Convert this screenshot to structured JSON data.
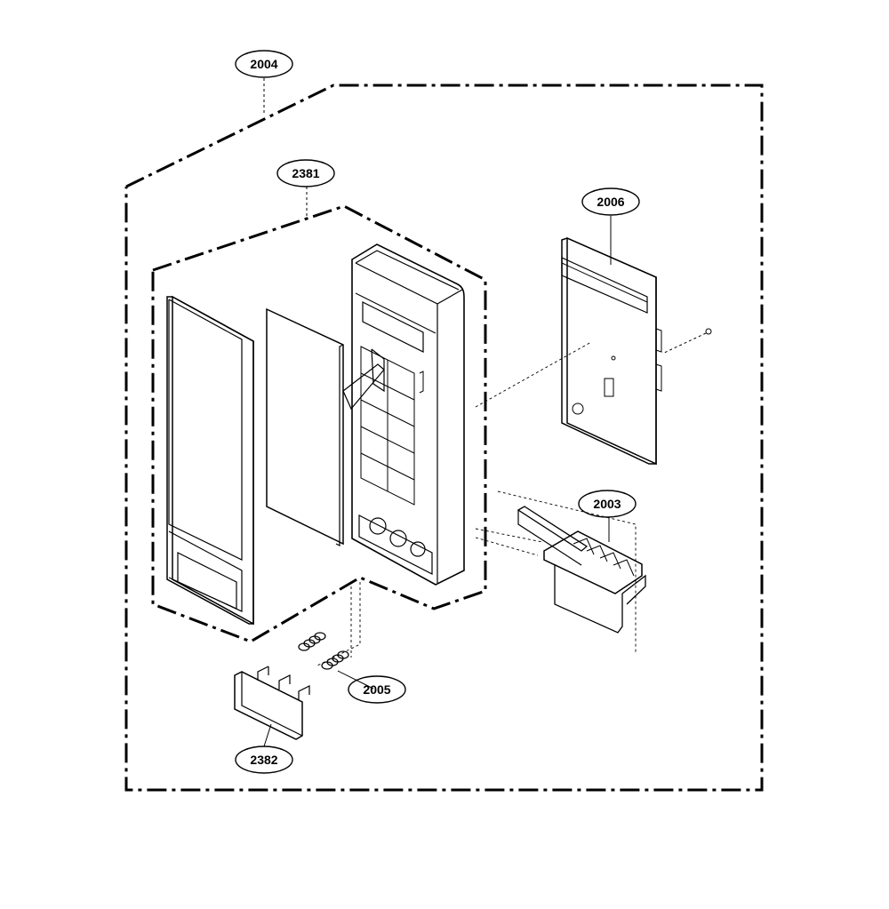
{
  "callouts": {
    "c2004": "2004",
    "c2381": "2381",
    "c2006": "2006",
    "c2003": "2003",
    "c2005": "2005",
    "c2382": "2382"
  },
  "colors": {
    "line": "#000000",
    "background": "#ffffff"
  }
}
